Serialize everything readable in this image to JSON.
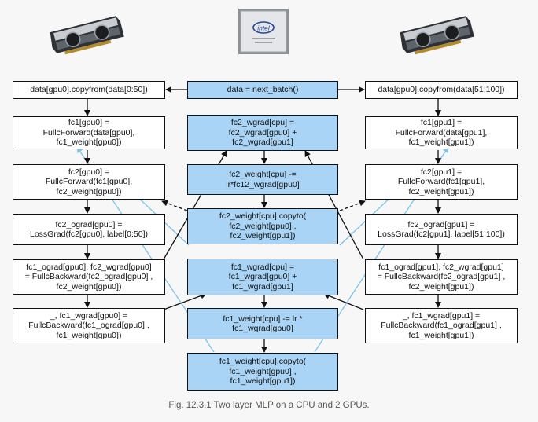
{
  "caption": "Fig. 12.3.1  Two layer MLP on a CPU and 2 GPUs.",
  "colors": {
    "cpu_box": "#a9d4f5",
    "gpu_box": "#ffffff",
    "edge_black": "#111111",
    "edge_blue": "#7cc3ee"
  },
  "icons": [
    "gpu-card-icon",
    "intel-cpu-chip-icon",
    "gpu-card-icon"
  ],
  "intel_label": "intel",
  "nodes": {
    "g0_copy": "data[gpu0].copyfrom(data[0:50])",
    "g0_fc1": "fc1[gpu0] =\nFullcForward(data[gpu0],\nfc1_weight[gpu0])",
    "g0_fc2": "fc2[gpu0] =\nFullcForward(fc1[gpu0],\nfc2_weight[gpu0])",
    "g0_ograd": "fc2_ograd[gpu0] =\nLossGrad(fc2[gpu0], label[0:50])",
    "g0_back2": "fc1_ograd[gpu0], fc2_wgrad[gpu0]\n= FullcBackward(fc2_ograd[gpu0] ,\nfc2_weight[gpu0])",
    "g0_back1": "_, fc1_wgrad[gpu0] =\nFullcBackward(fc1_ograd[gpu0] ,\nfc1_weight[gpu0])",
    "c_batch": "data = next_batch()",
    "c_fc2_wgrad": "fc2_wgrad[cpu]  =\nfc2_wgrad[gpu0] +\nfc2_wgrad[gpu1]",
    "c_fc2_weight": "fc2_weight[cpu] -=\nlr*fc12_wgrad[gpu0]",
    "c_fc2_copy": "fc2_weight[cpu].copyto(\nfc2_weight[gpu0] ,\nfc2_weight[gpu1])",
    "c_fc1_wgrad": "fc1_wgrad[cpu]  =\nfc1_wgrad[gpu0] +\nfc1_wgrad[gpu1]",
    "c_fc1_weight": "fc1_weight[cpu] -= lr *\nfc1_wgrad[gpu0]",
    "c_fc1_copy": "fc1_weight[cpu].copyto(\nfc1_weight[gpu0] ,\nfc1_weight[gpu1])",
    "g1_copy": "data[gpu0].copyfrom(data[51:100])",
    "g1_fc1": "fc1[gpu1] =\nFullcForward(data[gpu1],\nfc1_weight[gpu1])",
    "g1_fc2": "fc2[gpu1] =\nFullcForward(fc1[gpu1],\nfc2_weight[gpu1])",
    "g1_ograd": "fc2_ograd[gpu1] =\nLossGrad(fc2[gpu1], label[51:100])",
    "g1_back2": "fc1_ograd[gpu1], fc2_wgrad[gpu1]\n= FullcBackward(fc2_ograd[gpu1] ,\nfc2_weight[gpu1])",
    "g1_back1": "_, fc1_wgrad[gpu1] =\nFullcBackward(fc1_ograd[gpu1] ,\nfc1_weight[gpu1])"
  }
}
